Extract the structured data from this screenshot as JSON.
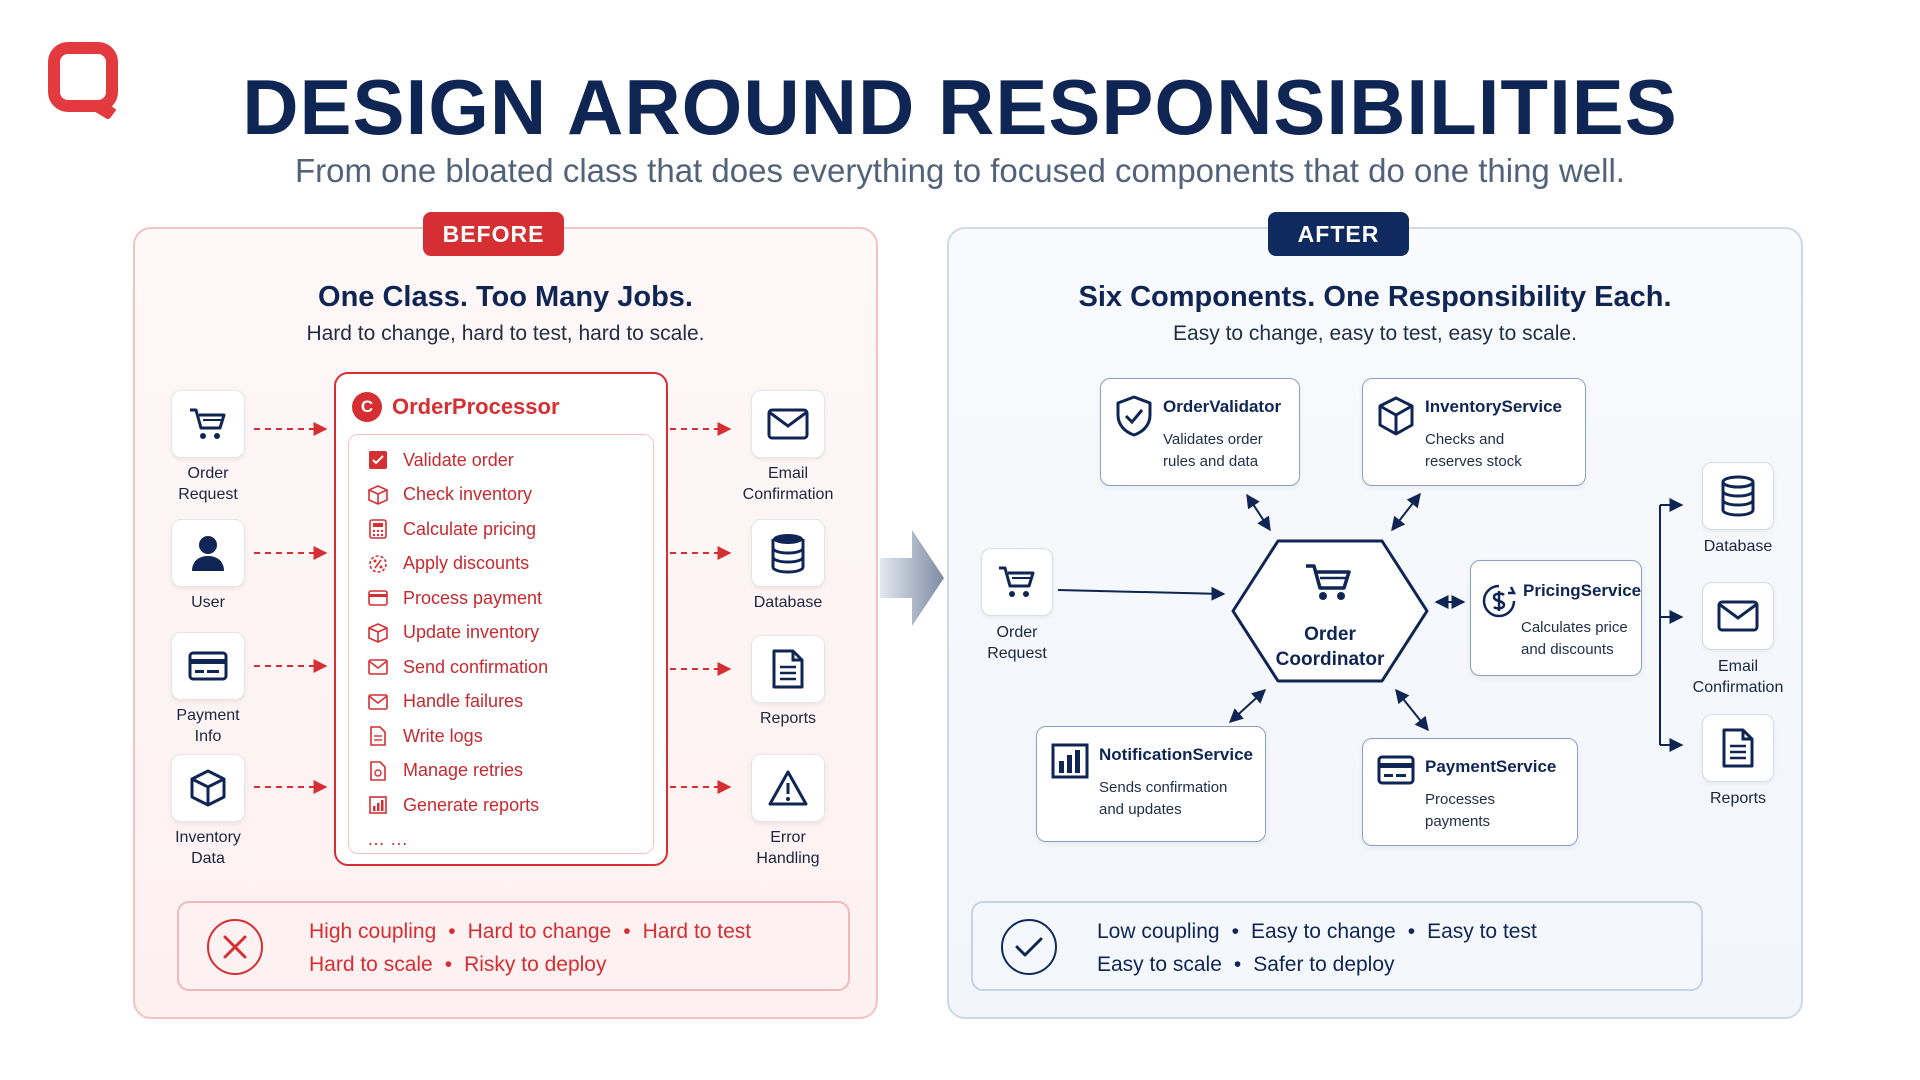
{
  "header": {
    "title": "DESIGN AROUND RESPONSIBILITIES",
    "subtitle": "From one bloated class that does everything to focused components that do one thing well."
  },
  "before": {
    "tag": "BEFORE",
    "title": "One Class. Too Many Jobs.",
    "subtitle": "Hard to change, hard to test, hard to scale.",
    "inputs": [
      {
        "label": "Order\nRequest",
        "icon": "cart-icon"
      },
      {
        "label": "User",
        "icon": "user-icon"
      },
      {
        "label": "Payment\nInfo",
        "icon": "card-icon"
      },
      {
        "label": "Inventory\nData",
        "icon": "box-icon"
      }
    ],
    "outputs": [
      {
        "label": "Email\nConfirmation",
        "icon": "mail-icon"
      },
      {
        "label": "Database",
        "icon": "database-icon"
      },
      {
        "label": "Reports",
        "icon": "document-icon"
      },
      {
        "label": "Error\nHandling",
        "icon": "warning-icon"
      }
    ],
    "processor": {
      "badge": "C",
      "name": "OrderProcessor",
      "items": [
        "Validate order",
        "Check inventory",
        "Calculate pricing",
        "Apply discounts",
        "Process payment",
        "Update inventory",
        "Send confirmation",
        "Handle failures",
        "Write logs",
        "Manage retries",
        "Generate reports",
        "…   …"
      ]
    },
    "summary": {
      "line1": [
        "High coupling",
        "Hard to change",
        "Hard to test"
      ],
      "line2": [
        "Hard to scale",
        "Risky to deploy"
      ]
    }
  },
  "after": {
    "tag": "AFTER",
    "title": "Six Components. One Responsibility Each.",
    "subtitle": "Easy to change, easy to test, easy to scale.",
    "input": {
      "label": "Order\nRequest",
      "icon": "cart-icon"
    },
    "coordinator": {
      "label": "Order\nCoordinator",
      "icon": "cart-icon"
    },
    "components": {
      "validator": {
        "name": "OrderValidator",
        "desc": "Validates order\nrules and data",
        "icon": "shield-check-icon"
      },
      "inventory": {
        "name": "InventoryService",
        "desc": "Checks and\nreserves stock",
        "icon": "cube-icon"
      },
      "pricing": {
        "name": "PricingService",
        "desc": "Calculates price\nand discounts",
        "icon": "dollar-icon"
      },
      "notification": {
        "name": "NotificationService",
        "desc": "Sends confirmation\nand updates",
        "icon": "bar-chart-icon"
      },
      "payment": {
        "name": "PaymentService",
        "desc": "Processes\npayments",
        "icon": "card-icon"
      }
    },
    "outputs": [
      {
        "label": "Database",
        "icon": "database-icon"
      },
      {
        "label": "Email\nConfirmation",
        "icon": "mail-icon"
      },
      {
        "label": "Reports",
        "icon": "document-icon"
      }
    ],
    "summary": {
      "line1": [
        "Low coupling",
        "Easy to change",
        "Easy to test"
      ],
      "line2": [
        "Easy to scale",
        "Safer to deploy"
      ]
    }
  },
  "colors": {
    "navy": "#0f2554",
    "red": "#d62f33",
    "gray_text": "#52627a"
  }
}
